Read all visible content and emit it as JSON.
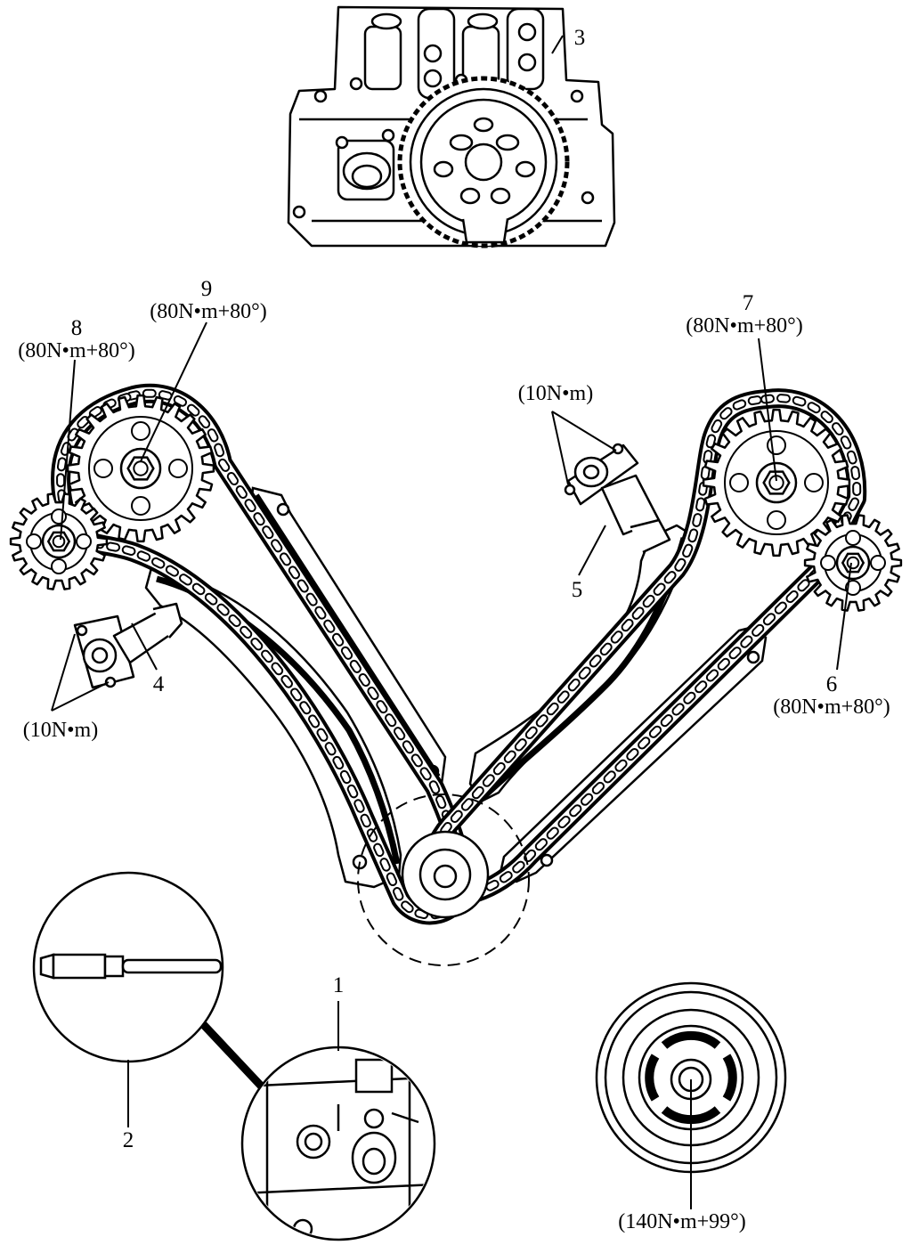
{
  "labels": {
    "n1": "1",
    "n2": "2",
    "n3": "3",
    "n4": "4",
    "n5": "5",
    "n6": "6",
    "n7": "7",
    "n8": "8",
    "n9": "9",
    "t6": "(80N•m+80°)",
    "t7": "(80N•m+80°)",
    "t8": "(80N•m+80°)",
    "t9": "(80N•m+80°)",
    "t4": "(10N•m)",
    "t5": "(10N•m)",
    "tpulley": "(140N•m+99°)"
  }
}
